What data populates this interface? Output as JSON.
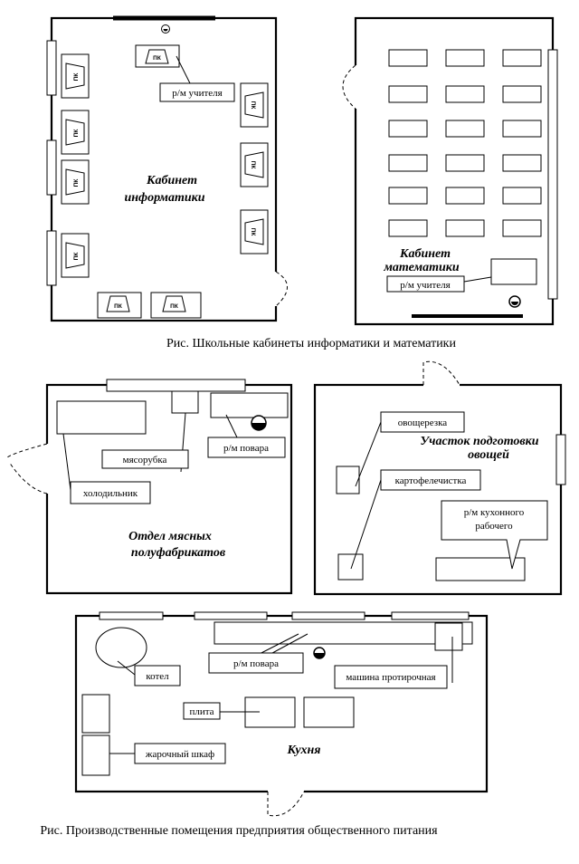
{
  "figure1": {
    "caption": "Рис. Школьные кабинеты информатики и математики",
    "informatics": {
      "title_line1": "Кабинет",
      "title_line2": "информатики",
      "teacher_label": "р/м учителя",
      "pc_label": "ПК"
    },
    "math": {
      "title_line1": "Кабинет",
      "title_line2": "математики",
      "teacher_label": "р/м учителя"
    }
  },
  "figure2": {
    "caption": "Рис. Производственные помещения предприятия общественного питания",
    "meat": {
      "title_line1": "Отдел мясных",
      "title_line2": "полуфабрикатов",
      "cook_label": "р/м повара",
      "grinder_label": "мясорубка",
      "fridge_label": "холодильник"
    },
    "veg": {
      "title_line1": "Участок подготовки",
      "title_line2": "овощей",
      "cutter_label": "овощерезка",
      "peeler_label": "картофелечистка",
      "worker_line1": "р/м кухонного",
      "worker_line2": "рабочего"
    },
    "kitchen": {
      "title": "Кухня",
      "cook_label": "р/м повара",
      "boiler_label": "котел",
      "stove_label": "плита",
      "oven_label": "жарочный шкаф",
      "wiper_label": "машина протирочная"
    }
  }
}
